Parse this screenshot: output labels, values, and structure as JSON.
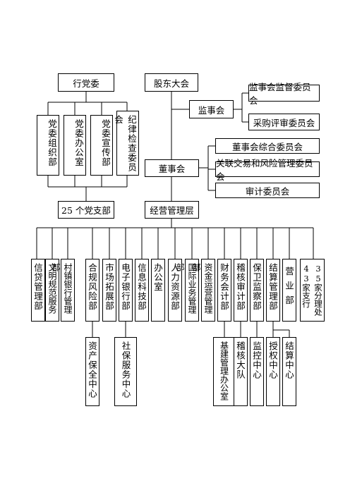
{
  "top": {
    "party_committee": "行党委",
    "shareholders": "股东大会",
    "supervisors": "监事会",
    "supervision_committee": "监事会监督委员会",
    "procurement_committee": "采购评审委员会"
  },
  "party_depts": [
    "党委组织部",
    "党委办公室",
    "党委宣传部",
    "纪律检查委员会"
  ],
  "party_branches": "25 个党支部",
  "board": {
    "name": "董事会",
    "committees": [
      "董事会综合委员会",
      "关联交易和风险管理委员会",
      "审计委员会"
    ]
  },
  "management": "经营管理层",
  "departments": [
    "信贷管理部",
    "文明规范服务",
    "村镇银行管理部",
    "合规风险部",
    "市场拓展部",
    "电子银行部",
    "信息科技部",
    "办公室",
    "人力资源部",
    "国际业务管理部",
    "资金运营管理部",
    "财务会计部",
    "稽核审计部",
    "保卫监察部",
    "结算管理部",
    "营业部",
    "43家支行",
    "35家分理处"
  ],
  "sub_units": {
    "risk_sub": "资产保全中心",
    "ebank_sub": "社保服务中心",
    "finance_sub": "基建管理办公室",
    "audit_sub": "稽核大队",
    "security_sub": "监控中心",
    "settlement_sub1": "授权中心",
    "settlement_sub2": "结算中心"
  }
}
